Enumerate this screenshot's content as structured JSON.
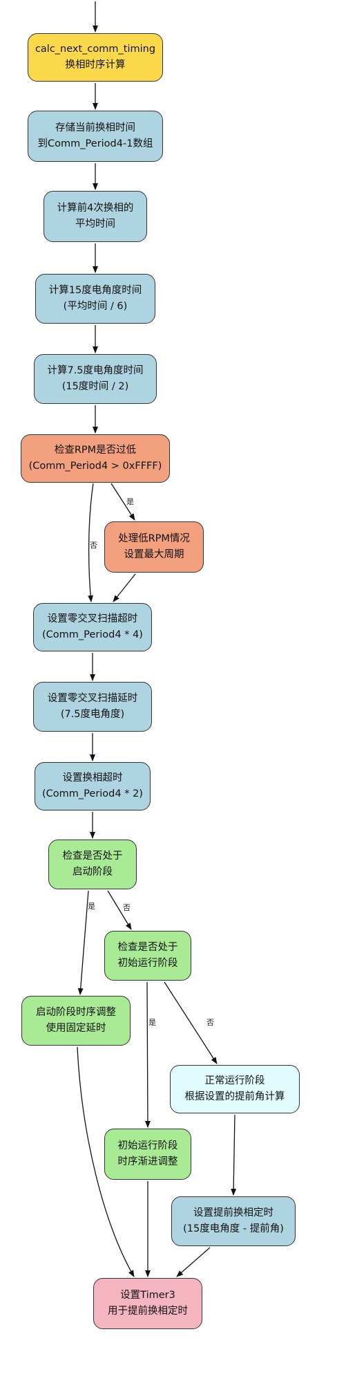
{
  "colors": {
    "yellow": "#fcd94a",
    "blue": "#aed4e2",
    "orange": "#f2a07e",
    "green": "#a8eb94",
    "cyan": "#e2fbfd",
    "pink": "#f4b5c1",
    "stroke": "#333333"
  },
  "nodes": {
    "start": {
      "line1": "calc_next_comm_timing",
      "line2": "换相时序计算"
    },
    "store": {
      "line1": "存储当前换相时间",
      "line2": "到Comm_Period4-1数组"
    },
    "avg": {
      "line1": "计算前4次换相的",
      "line2": "平均时间"
    },
    "deg15": {
      "line1": "计算15度电角度时间",
      "line2": "(平均时间 / 6)"
    },
    "deg75": {
      "line1": "计算7.5度电角度时间",
      "line2": "(15度时间 / 2)"
    },
    "rpm_check": {
      "line1": "检查RPM是否过低",
      "line2": "(Comm_Period4 > 0xFFFF)"
    },
    "low_rpm": {
      "line1": "处理低RPM情况",
      "line2": "设置最大周期"
    },
    "zc_timeout": {
      "line1": "设置零交叉扫描超时",
      "line2": "(Comm_Period4 * 4)"
    },
    "zc_delay": {
      "line1": "设置零交叉扫描延时",
      "line2": "(7.5度电角度)"
    },
    "comm_timeout": {
      "line1": "设置换相超时",
      "line2": "(Comm_Period4 * 2)"
    },
    "startup_check": {
      "line1": "检查是否处于",
      "line2": "启动阶段"
    },
    "init_check": {
      "line1": "检查是否处于",
      "line2": "初始运行阶段"
    },
    "startup_adjust": {
      "line1": "启动阶段时序调整",
      "line2": "使用固定延时"
    },
    "normal": {
      "line1": "正常运行阶段",
      "line2": "根据设置的提前角计算"
    },
    "init_adjust": {
      "line1": "初始运行阶段",
      "line2": "时序渐进调整"
    },
    "advance": {
      "line1": "设置提前换相定时",
      "line2": "(15度电角度 - 提前角)"
    },
    "timer3": {
      "line1": "设置Timer3",
      "line2": "用于提前换相定时"
    }
  },
  "edge_labels": {
    "rpm_yes": "是",
    "rpm_no": "否",
    "startup_yes": "是",
    "startup_no": "否",
    "init_yes": "是",
    "init_no": "否"
  }
}
